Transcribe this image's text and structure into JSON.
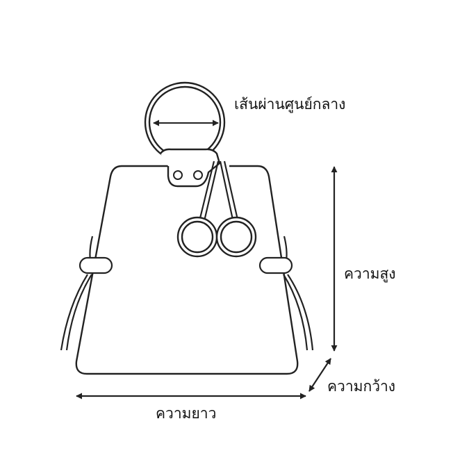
{
  "labels": {
    "diameter": "เส้นผ่านศูนย์กลาง",
    "height": "ความสูง",
    "width": "ความกว้าง",
    "length": "ความยาว"
  },
  "colors": {
    "line": "#222222",
    "background": "#ffffff"
  },
  "icons": [
    "bag-outline",
    "ring-handle",
    "double-arrow"
  ]
}
